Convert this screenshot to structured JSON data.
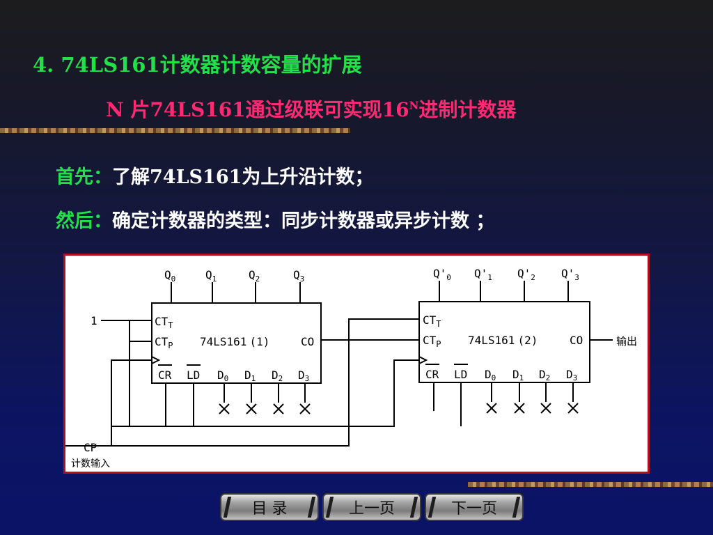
{
  "title": "4. 74LS161计数器计数容量的扩展",
  "subtitle": {
    "main": "N 片74LS161通过级联可实现16",
    "sup": "N",
    "tail": "进制计数器"
  },
  "line1": {
    "label": "首先：",
    "text": "了解74LS161为上升沿计数；"
  },
  "line2": {
    "label": "然后：",
    "text": "确定计数器的类型：同步计数器或异步计数 ；"
  },
  "circuit": {
    "input_one": "1",
    "chip1": {
      "name": "74LS161",
      "suffix": "(1)",
      "ct_t": "CT",
      "ct_t_sub": "T",
      "ct_p": "CT",
      "ct_p_sub": "P",
      "co": "CO",
      "cr": "CR",
      "ld": "LD",
      "q": [
        "Q",
        "Q",
        "Q",
        "Q"
      ],
      "q_sub": [
        "0",
        "1",
        "2",
        "3"
      ],
      "d": [
        "D",
        "D",
        "D",
        "D"
      ],
      "d_sub": [
        "0",
        "1",
        "2",
        "3"
      ]
    },
    "chip2": {
      "name": "74LS161",
      "suffix": "(2)",
      "ct_t": "CT",
      "ct_t_sub": "T",
      "ct_p": "CT",
      "ct_p_sub": "P",
      "co": "CO",
      "cr": "CR",
      "ld": "LD",
      "q": [
        "Q'",
        "Q'",
        "Q'",
        "Q'"
      ],
      "q_sub": [
        "0",
        "1",
        "2",
        "3"
      ],
      "d": [
        "D",
        "D",
        "D",
        "D"
      ],
      "d_sub": [
        "0",
        "1",
        "2",
        "3"
      ]
    },
    "output_label": "输出",
    "cp_label": "CP",
    "cp_sublabel": "计数输入"
  },
  "nav": {
    "menu": "目  录",
    "prev": "上一页",
    "next": "下一页"
  }
}
